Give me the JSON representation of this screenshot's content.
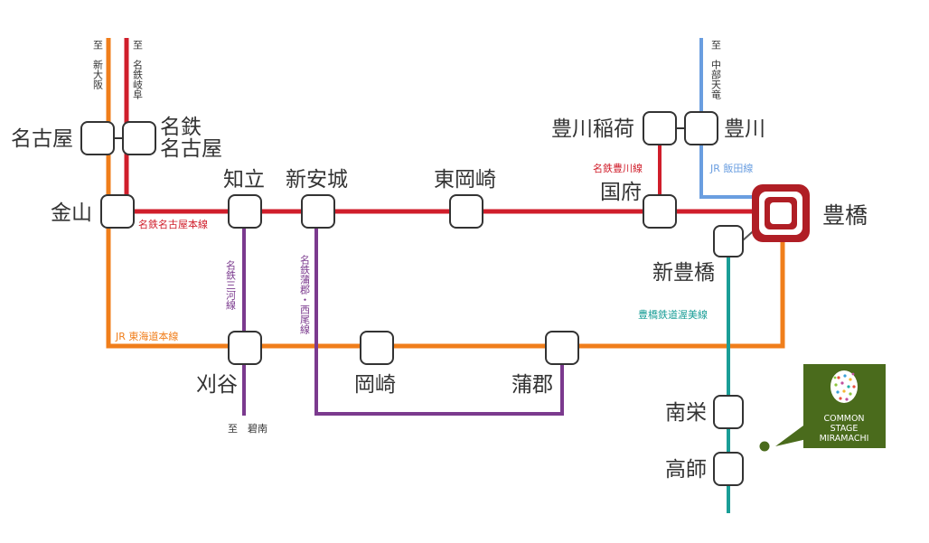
{
  "stations": {
    "meitetsu_nagoya": "名鉄名古屋",
    "nagoya": "名古屋",
    "kanayama": "金山",
    "chiryu": "知立",
    "shin_anjo": "新安城",
    "higashi_okazaki": "東岡崎",
    "kou": "国府",
    "toyokawa_inari": "豊川稲荷",
    "toyokawa": "豊川",
    "toyohashi": "豊橋",
    "shin_toyohashi": "新豊橋",
    "kariya": "刈谷",
    "okazaki": "岡崎",
    "gamagori": "蒲郡",
    "minamisakae": "南栄",
    "takashi": "高師"
  },
  "station_lines": {
    "meitetsu_l1": "名鉄",
    "meitetsu_l2": "名古屋"
  },
  "lines": {
    "meitetsu_nagoya_honsen": {
      "name": "名鉄名古屋本線",
      "color": "#d01e2b"
    },
    "jr_tokaido": {
      "name": "JR 東海道本線",
      "color": "#f07e1b"
    },
    "meitetsu_mikawa": {
      "name": "名鉄三河線",
      "color": "#7b3a8e"
    },
    "meitetsu_gamagori_nishio": {
      "name": "名鉄蒲郡・西尾線",
      "color": "#7b3a8e"
    },
    "meitetsu_toyokawa": {
      "name": "名鉄豊川線",
      "color": "#d01e2b"
    },
    "jr_iida": {
      "name": "JR 飯田線",
      "color": "#6a9ee0"
    },
    "toyotetsu_atsumi": {
      "name": "豊橋鉄道渥美線",
      "color": "#1a9e97"
    }
  },
  "directions": {
    "shin_osaka": "至　新大阪",
    "meitetsu_gifu": "至　名鉄岐阜",
    "chubu_tenryu": "至　中部天竜",
    "hekinan": "至　碧南"
  },
  "destination": {
    "line1": "COMMON",
    "line2": "STAGE",
    "line3": "MIRAMACHI",
    "badge_color": "#4a6b1c",
    "marker_icon": "egg-logo-icon"
  },
  "colors": {
    "terminal_ring": "#b01e25",
    "node_stroke": "#333333"
  }
}
